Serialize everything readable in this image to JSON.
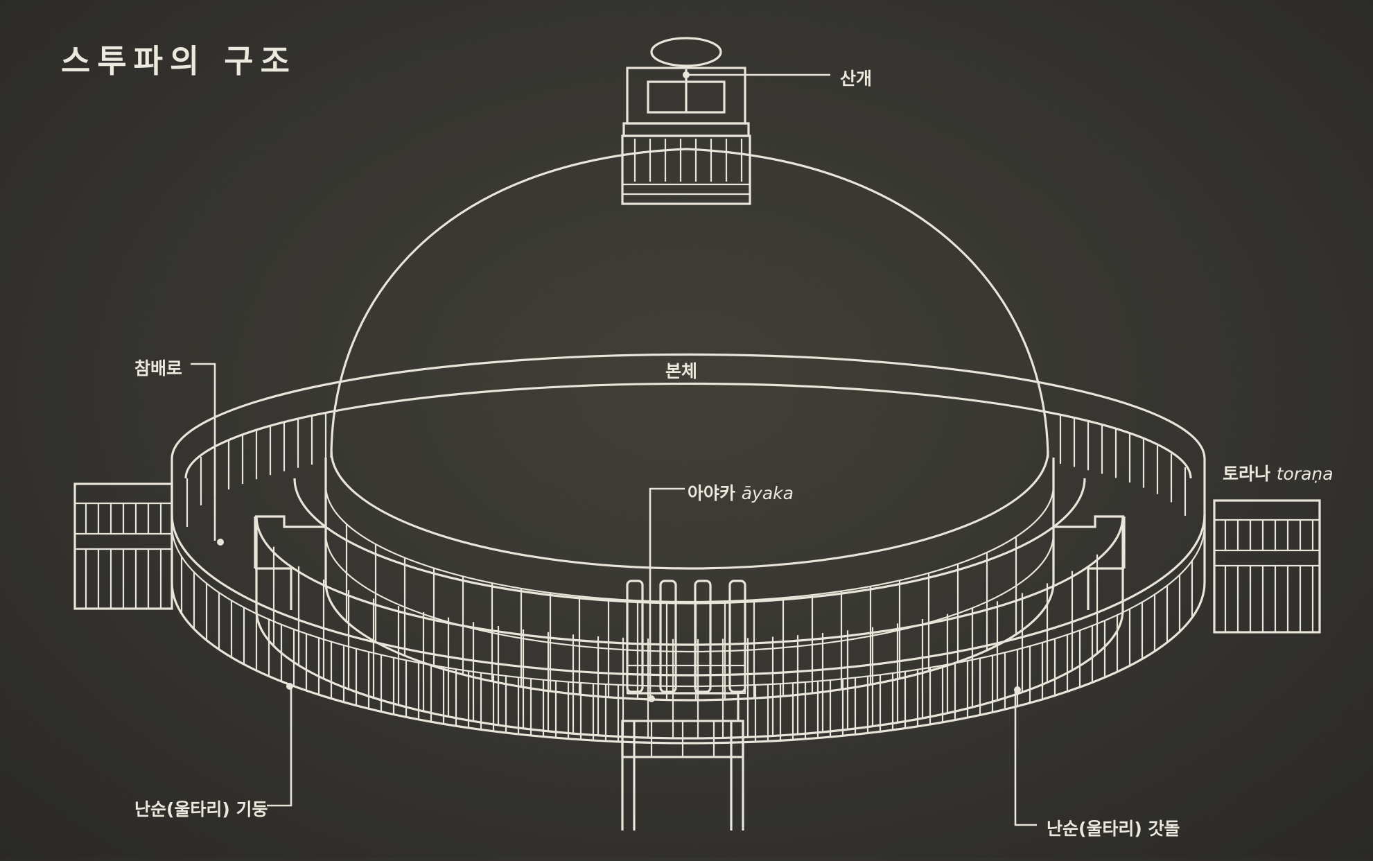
{
  "title": "스투파의 구조",
  "labels": {
    "sange": "산개",
    "bonche": "본체",
    "chambaero": "참배로",
    "ayaka_ko": "아야카",
    "ayaka_en": "āyaka",
    "torana_ko": "토라나",
    "torana_en": "toraṇa",
    "nansun_pillar": "난순(울타리) 기둥",
    "nansun_rail": "난순(울타리) 갓돌"
  },
  "colors": {
    "background": "#363530",
    "line": "#e9e5da"
  }
}
